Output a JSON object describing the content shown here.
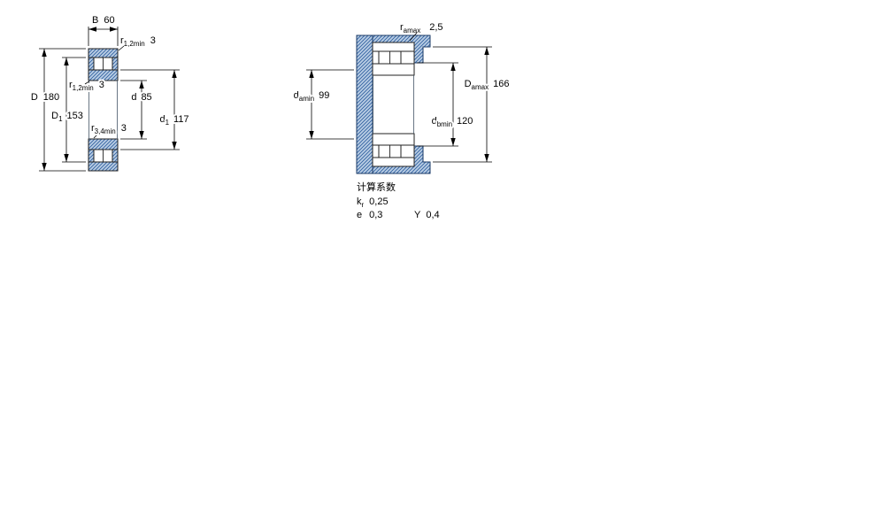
{
  "drawing": {
    "type": "bearing-cross-section-technical-drawing",
    "colors": {
      "section_fill": "#b9cde4",
      "hatch_line": "#3060a0",
      "shape_outline": "#1a3a66",
      "dimension_line": "#000000",
      "background": "#ffffff"
    },
    "left_view": {
      "B": {
        "label": "B",
        "value": "60"
      },
      "r12_top": {
        "label": "r",
        "sub": "1,2min",
        "value": "3"
      },
      "r12_mid": {
        "label": "r",
        "sub": "1,2min",
        "value": "3"
      },
      "d": {
        "label": "d",
        "value": "85"
      },
      "D": {
        "label": "D",
        "value": "180"
      },
      "D1": {
        "label": "D",
        "sub": "1",
        "value": "153"
      },
      "r34": {
        "label": "r",
        "sub": "3,4min",
        "value": "3"
      },
      "d1": {
        "label": "d",
        "sub": "1",
        "value": "117"
      }
    },
    "right_view": {
      "ra": {
        "label": "r",
        "sub": "amax",
        "value": "2,5"
      },
      "da": {
        "label": "d",
        "sub": "amin",
        "value": "99"
      },
      "Da": {
        "label": "D",
        "sub": "amax",
        "value": "166"
      },
      "db": {
        "label": "d",
        "sub": "bmin",
        "value": "120"
      }
    },
    "calculation_factors": {
      "title": "计算系数",
      "kr": {
        "label": "k",
        "sub": "r",
        "value": "0,25"
      },
      "e": {
        "label": "e",
        "value": "0,3"
      },
      "Y": {
        "label": "Y",
        "value": "0,4"
      }
    }
  }
}
